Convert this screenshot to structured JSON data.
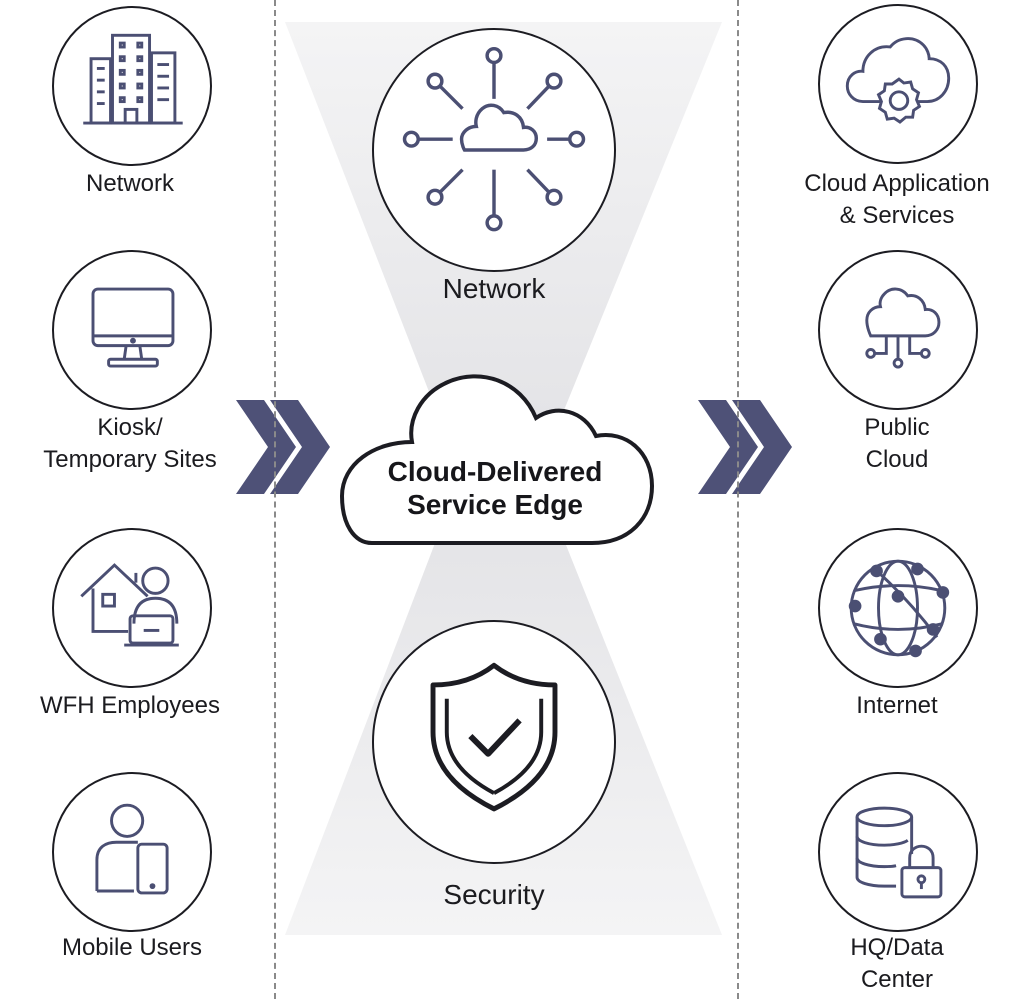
{
  "colors": {
    "icon": "#4b4f73",
    "chevron": "#4e5177",
    "outline": "#1c1c22",
    "hourglass": "#ececee"
  },
  "left": [
    {
      "label": "Network",
      "icon": "office-building-icon"
    },
    {
      "label": "Kiosk/",
      "label2": "Temporary Sites",
      "icon": "desktop-monitor-icon"
    },
    {
      "label": "WFH Employees",
      "icon": "home-worker-icon"
    },
    {
      "label": "Mobile Users",
      "icon": "mobile-user-icon"
    }
  ],
  "center": {
    "top": {
      "label": "Network",
      "icon": "cloud-network-hub-icon"
    },
    "middle": {
      "line1": "Cloud-Delivered",
      "line2": "Service Edge"
    },
    "bottom": {
      "label": "Security",
      "icon": "shield-check-icon"
    }
  },
  "right": [
    {
      "label": "Cloud Application",
      "label2": "& Services",
      "icon": "cloud-gear-icon"
    },
    {
      "label": "Public",
      "label2": "Cloud",
      "icon": "public-cloud-icon"
    },
    {
      "label": "Internet",
      "icon": "globe-network-icon"
    },
    {
      "label": "HQ/Data",
      "label2": "Center",
      "icon": "database-lock-icon"
    }
  ]
}
